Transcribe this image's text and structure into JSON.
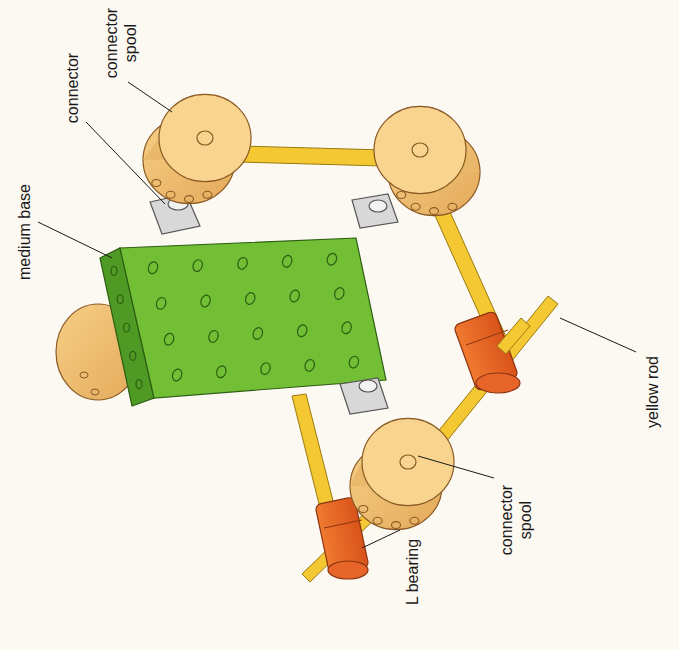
{
  "diagram": {
    "labels": [
      "connector spool",
      "connector",
      "medium base",
      "yellow rod",
      "connector spool",
      "L bearing"
    ]
  }
}
